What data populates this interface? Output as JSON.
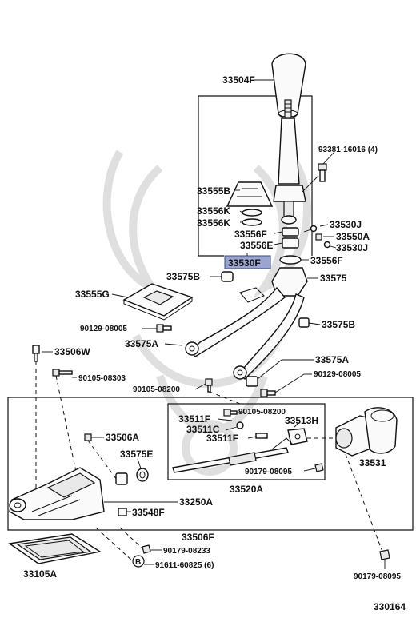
{
  "diagram": {
    "highlight_color": "#9aa6cf",
    "figure_number": "330164",
    "labels": {
      "knob": "33504F",
      "shift_lever_bolt": "93381-16016 (4)",
      "boot": "33555B",
      "seat_upper": "33556K",
      "seat_lower": "33556K",
      "nut_j_upper": "33530J",
      "washer_a": "33550A",
      "nut_j_lower": "33530J",
      "bushing_f": "33556F",
      "bushing_e": "33556E",
      "bushing_f2": "33556F",
      "retainer_highlight": "33530F",
      "bushing_b_left": "33575B",
      "lever_housing": "33575",
      "boot_g": "33555G",
      "bolt_08005_left": "90129-08005",
      "bushing_b_right": "33575B",
      "bushing_a_left": "33575A",
      "cable_end_w": "33506W",
      "bushing_a_right": "33575A",
      "bolt_08303": "90105-08303",
      "bolt_08005_right": "90129-08005",
      "bolt_08200_left": "90105-08200",
      "bolt_08200_right": "90105-08200",
      "pin_f_upper": "33511F",
      "retainer_h": "33513H",
      "clip_c": "33511C",
      "pin_f_lower": "33511F",
      "bolt_a": "33506A",
      "selector_e": "33575E",
      "nut_08095_inner": "90179-08095",
      "shaft_a": "33520A",
      "housing_331": "33531",
      "retainer_250a": "33250A",
      "cover_548f": "33548F",
      "assembly_506f": "33506F",
      "nut_08233": "90179-08233",
      "gasket_105a": "33105A",
      "bolt_b_badge": "B",
      "bolt_60825": "91611-60825 (6)",
      "nut_08095_outer": "90179-08095"
    }
  }
}
